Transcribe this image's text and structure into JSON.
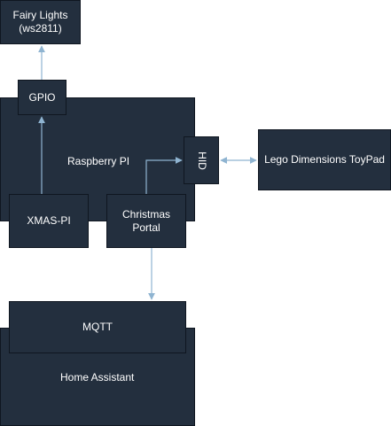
{
  "colors": {
    "box_fill": "#232f3e",
    "box_border": "#0f1620",
    "text": "#ffffff",
    "connector": "#8fb4d1",
    "background": "#ffffff"
  },
  "nodes": {
    "fairy_lights": {
      "line1": "Fairy Lights",
      "line2": "(ws2811)"
    },
    "gpio": {
      "label": "GPIO"
    },
    "raspberry_pi": {
      "label": "Raspberry PI"
    },
    "hid": {
      "label": "HID"
    },
    "lego_toypad": {
      "label": "Lego Dimensions ToyPad"
    },
    "xmas_pi": {
      "label": "XMAS-PI"
    },
    "christmas_portal": {
      "line1": "Christmas",
      "line2": "Portal"
    },
    "mqtt": {
      "label": "MQTT"
    },
    "home_assistant": {
      "label": "Home Assistant"
    }
  }
}
